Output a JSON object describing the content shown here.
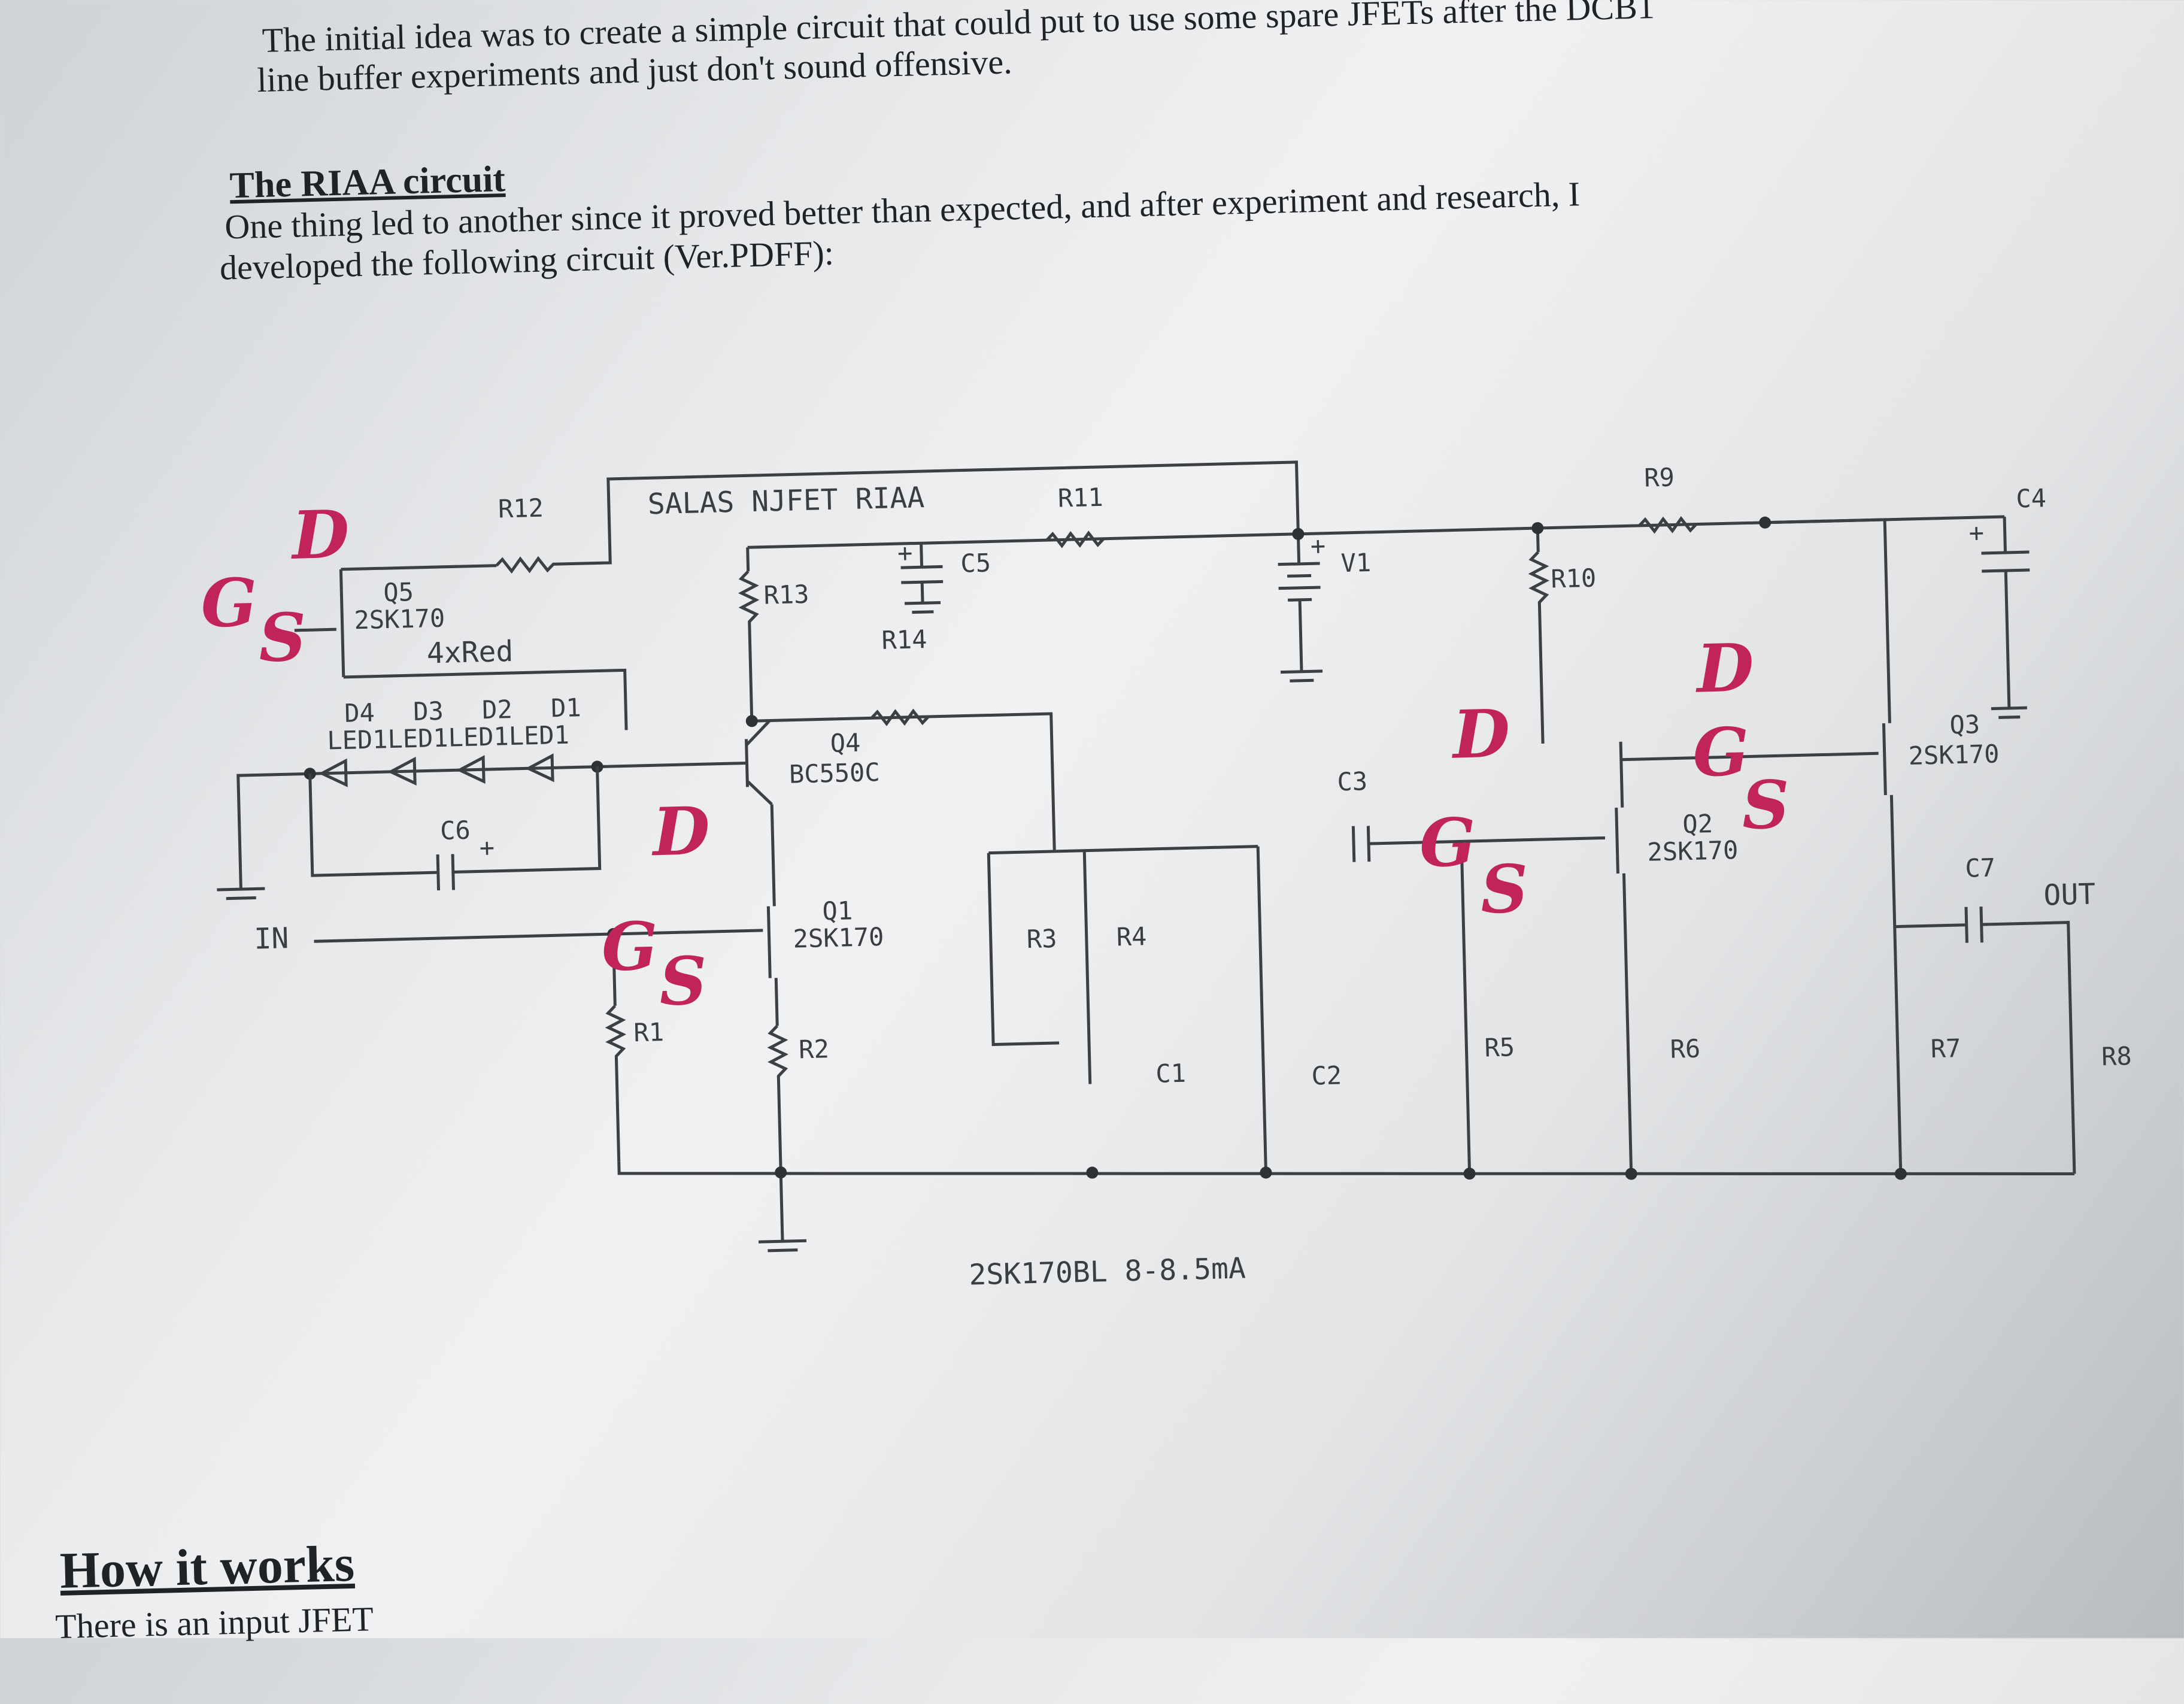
{
  "document": {
    "intro_line_1": "The initial idea was to create a simple circuit that could put to use some spare JFETs after the DCB1",
    "intro_line_2": "line buffer experiments and just don't sound offensive.",
    "section_heading": "The RIAA circuit",
    "body_line_1": "One thing led to another since it proved better than expected, and after experiment and research, I",
    "body_line_2": "developed the following circuit (Ver.PDFF):",
    "next_heading": "How it works",
    "next_line": "There is an input JFET"
  },
  "schematic": {
    "title": "SALAS NJFET RIAA",
    "footnote": "2SK170BL 8-8.5mA",
    "labels": {
      "R1": "R1",
      "R2": "R2",
      "R3": "R3",
      "R4": "R4",
      "R5": "R5",
      "R6": "R6",
      "R7": "R7",
      "R8": "R8",
      "R9": "R9",
      "R10": "R10",
      "R11": "R11",
      "R12": "R12",
      "R13": "R13",
      "R14": "R14",
      "C1": "C1",
      "C2": "C2",
      "C3": "C3",
      "C4": "C4",
      "C5": "C5",
      "C6": "C6",
      "C7": "C7",
      "V1": "V1",
      "Q1": "Q1",
      "Q1_part": "2SK170",
      "Q2": "Q2",
      "Q2_part": "2SK170",
      "Q3": "Q3",
      "Q3_part": "2SK170",
      "Q4": "Q4",
      "Q4_part": "BC550C",
      "Q5": "Q5",
      "Q5_part": "2SK170",
      "led_string": "4xRed",
      "D1": "D1",
      "D2": "D2",
      "D3": "D3",
      "D4": "D4",
      "led_row": "LED1LED1LED1LED1",
      "in": "IN",
      "out": "OUT",
      "plus": "+"
    },
    "handwritten": {
      "drain": "D",
      "gate": "G",
      "source": "S"
    }
  }
}
